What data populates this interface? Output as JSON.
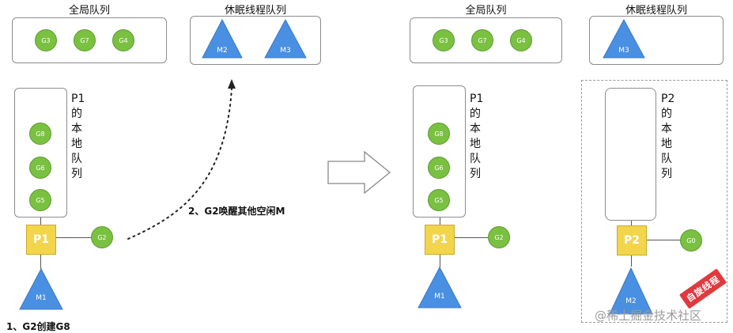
{
  "left": {
    "global_queue": {
      "title": "全局队列",
      "items": [
        "G3",
        "G7",
        "G4"
      ]
    },
    "sleep_queue": {
      "title": "休眠线程队列",
      "items": [
        "M2",
        "M3"
      ]
    },
    "p1_queue_label": [
      "P1",
      "的",
      "本",
      "地",
      "队",
      "列"
    ],
    "p1_queue_items": [
      "G8",
      "G6",
      "G5"
    ],
    "p1_label": "P1",
    "g2_label": "G2",
    "m1_label": "M1",
    "step1_caption": "1、G2创建G8",
    "step2_caption": "2、G2唤醒其他空闲M"
  },
  "right": {
    "global_queue": {
      "title": "全局队列",
      "items": [
        "G3",
        "G7",
        "G4"
      ]
    },
    "sleep_queue": {
      "title": "休眠线程队列",
      "items": [
        "M3"
      ]
    },
    "p1_queue_label": [
      "P1",
      "的",
      "本",
      "地",
      "队",
      "列"
    ],
    "p1_queue_items": [
      "G8",
      "G6",
      "G5"
    ],
    "p1_label": "P1",
    "g2_label": "G2",
    "m1_label": "M1",
    "p2_queue_label": [
      "P2",
      "的",
      "本",
      "地",
      "队",
      "列"
    ],
    "p2_label": "P2",
    "g0_label": "G0",
    "m2_label": "M2",
    "spinning_stamp": "自旋线程"
  },
  "watermark": "@稀土掘金技术社区",
  "colors": {
    "goroutine": "#7ac142",
    "processor": "#f2d54a",
    "machine": "#4a90e2",
    "stamp": "#e0393e"
  }
}
